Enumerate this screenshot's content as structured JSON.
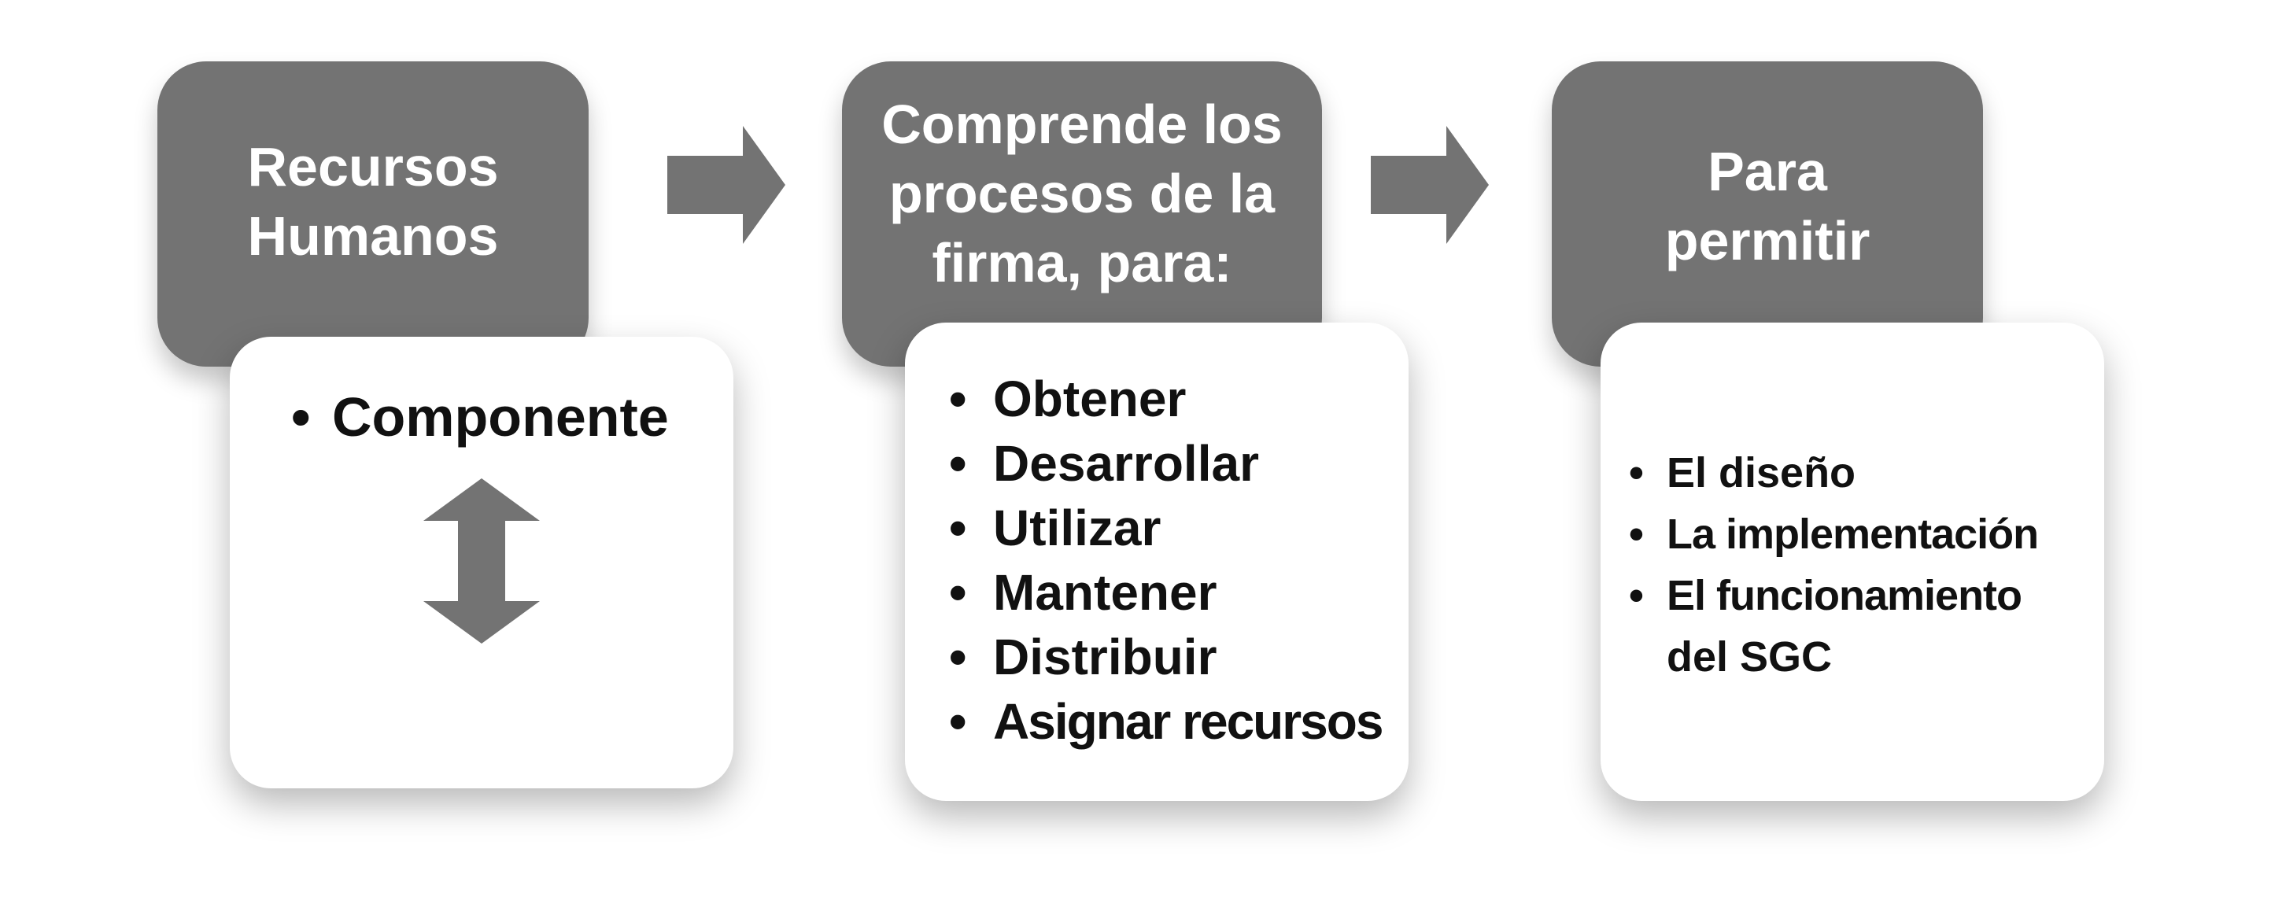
{
  "diagram": {
    "colors": {
      "box_fill": "#737373",
      "card_fill": "#ffffff",
      "text_dark": "#111111",
      "text_light": "#ffffff",
      "arrow_fill": "#737373"
    },
    "columns": [
      {
        "header_lines": [
          "Recursos",
          "Humanos"
        ],
        "items": [
          "Componente"
        ],
        "icon": "double-vertical-arrow-icon"
      },
      {
        "header_lines": [
          "Comprende los",
          "procesos de la",
          "firma,  para:"
        ],
        "items": [
          "Obtener",
          "Desarrollar",
          "Utilizar",
          "Mantener",
          "Distribuir",
          "Asignar recursos"
        ]
      },
      {
        "header_lines": [
          "Para",
          "permitir"
        ],
        "items": [
          "El diseño",
          "La implementación",
          "El funcionamiento",
          "del SGC"
        ]
      }
    ],
    "connectors": [
      "right-arrow-icon",
      "right-arrow-icon"
    ]
  }
}
